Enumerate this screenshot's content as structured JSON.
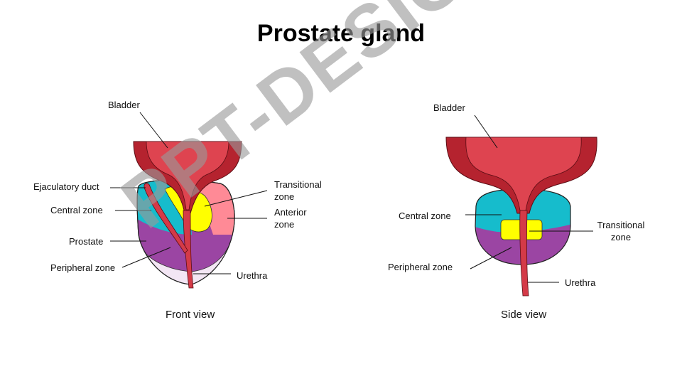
{
  "title": "Prostate gland",
  "front": {
    "bladder": "Bladder",
    "ejaculatory_duct": "Ejaculatory duct",
    "central_zone": "Central zone",
    "prostate": "Prostate",
    "peripheral_zone": "Peripheral zone",
    "transitional_zone_line1": "Transitional",
    "transitional_zone_line2": "zone",
    "anterior_zone_line1": "Anterior",
    "anterior_zone_line2": "zone",
    "urethra": "Urethra",
    "caption": "Front view"
  },
  "side": {
    "bladder": "Bladder",
    "central_zone": "Central zone",
    "peripheral_zone": "Peripheral zone",
    "transitional_zone_line1": "Transitional",
    "transitional_zone_line2": "zone",
    "urethra": "Urethra",
    "caption": "Side view"
  },
  "watermark": "PPT-DESIGN",
  "colors": {
    "bladder_dark": "#b5232f",
    "bladder_light": "#de4450",
    "central": "#16bccc",
    "transitional": "#ffff00",
    "anterior": "#ff8a96",
    "peripheral": "#9b45a3",
    "urethra": "#d43a48"
  }
}
